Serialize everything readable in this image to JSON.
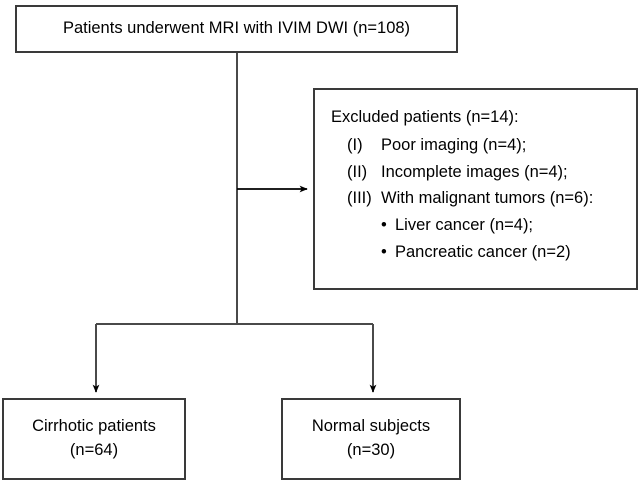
{
  "diagram": {
    "type": "flowchart",
    "title_text": "",
    "colors": {
      "stroke": "#3a3a3a",
      "arrow": "#000000",
      "background": "#ffffff",
      "text": "#000000"
    },
    "nodes": {
      "enrolled": {
        "line1": "Patients underwent MRI with IVIM DWI (n=108)"
      },
      "excluded": {
        "heading": "Excluded patients (n=14):",
        "items": [
          {
            "marker": "(I)",
            "text": "Poor imaging (n=4);"
          },
          {
            "marker": "(II)",
            "text": "Incomplete images (n=4);"
          },
          {
            "marker": "(III)",
            "text": "With malignant tumors (n=6):"
          }
        ],
        "subitems": [
          {
            "bullet": "•",
            "text": "Liver cancer (n=4);"
          },
          {
            "bullet": "•",
            "text": "Pancreatic cancer (n=2)"
          }
        ]
      },
      "cirrhotic": {
        "line1": "Cirrhotic patients",
        "line2": "(n=64)"
      },
      "normal": {
        "line1": "Normal subjects",
        "line2": "(n=30)"
      }
    },
    "edges": [
      {
        "from": "enrolled",
        "to": "excluded",
        "arrow": true
      },
      {
        "from": "enrolled",
        "to": "cirrhotic",
        "arrow": true
      },
      {
        "from": "enrolled",
        "to": "normal",
        "arrow": true
      }
    ]
  }
}
